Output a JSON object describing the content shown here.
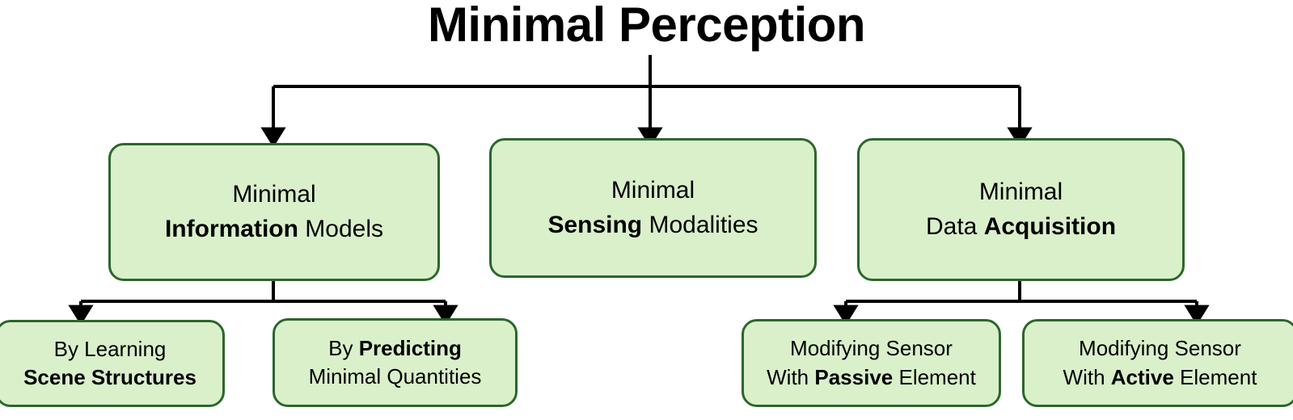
{
  "diagram": {
    "title": "Minimal Perception",
    "palette": {
      "node_fill": "#daf0cb",
      "node_border": "#2c662c",
      "connector": "#000000",
      "text": "#000000",
      "background": "#ffffff"
    },
    "root": {
      "label": "Minimal Perception"
    },
    "level1": [
      {
        "id": "minimal-information-models",
        "line1_plain": "Minimal",
        "line2_bold": "Information",
        "line2_tail": " Models"
      },
      {
        "id": "minimal-sensing-modalities",
        "line1_plain": "Minimal",
        "line2_bold": "Sensing",
        "line2_tail": " Modalities"
      },
      {
        "id": "minimal-data-acquisition",
        "line1_plain": "Minimal",
        "line2_head": "Data ",
        "line2_bold": "Acquisition"
      }
    ],
    "level2": [
      {
        "id": "by-learning-scene-structures",
        "parent": "minimal-information-models",
        "line1_plain": "By Learning",
        "line2_bold": "Scene Structures"
      },
      {
        "id": "by-predicting-minimal-quantities",
        "parent": "minimal-information-models",
        "line1_head": "By ",
        "line1_bold": "Predicting",
        "line2_plain": "Minimal Quantities"
      },
      {
        "id": "modifying-sensor-passive-element",
        "parent": "minimal-data-acquisition",
        "line1_plain": "Modifying Sensor",
        "line2_head": "With ",
        "line2_bold": "Passive",
        "line2_tail": " Element"
      },
      {
        "id": "modifying-sensor-active-element",
        "parent": "minimal-data-acquisition",
        "line1_plain": "Modifying Sensor",
        "line2_head": "With ",
        "line2_bold": "Active",
        "line2_tail": " Element"
      }
    ]
  }
}
